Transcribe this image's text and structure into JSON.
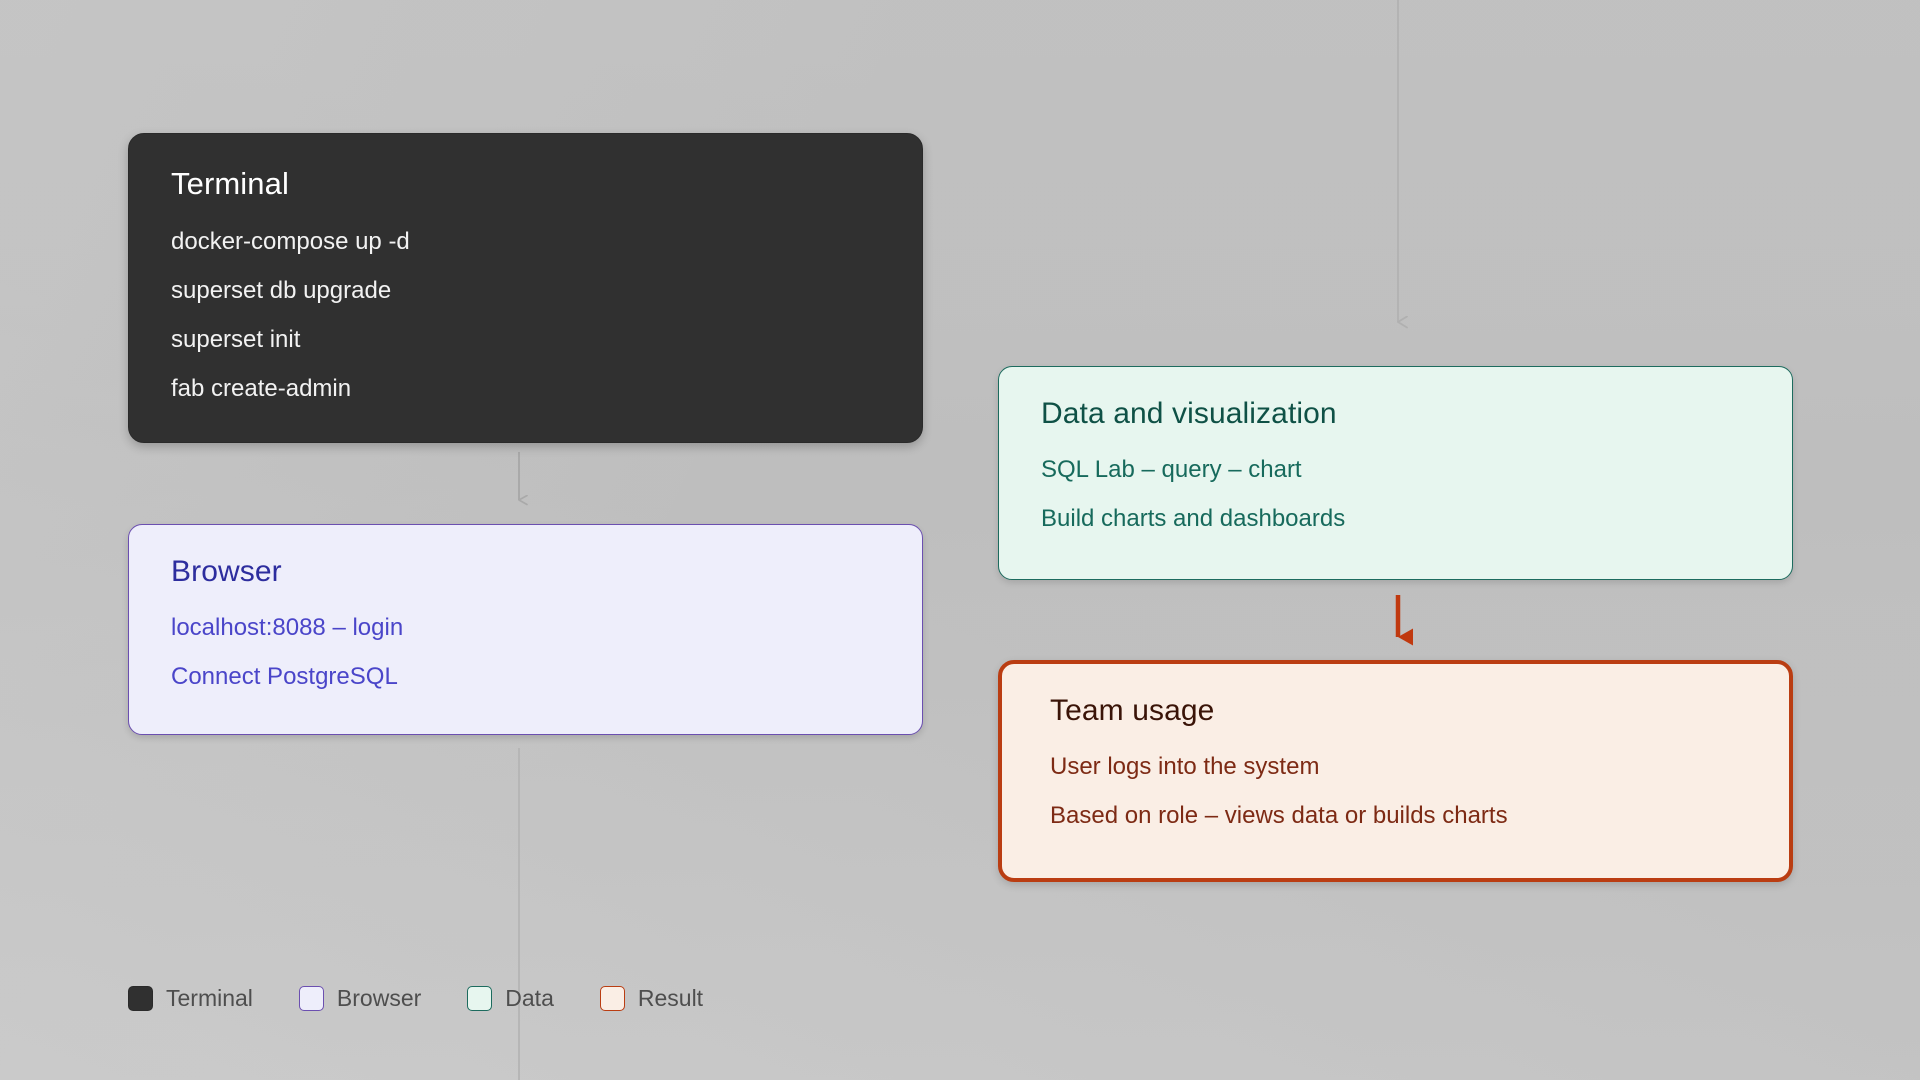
{
  "diagram": {
    "nodes": [
      {
        "id": "terminal",
        "title": "Terminal",
        "lines": [
          "docker-compose up -d",
          "superset db upgrade",
          "superset init",
          "fab create-admin"
        ],
        "fill": "#303030",
        "stroke": "#2a2a2a",
        "title_color": "#ffffff",
        "text_color": "#f2f2f2"
      },
      {
        "id": "browser",
        "title": "Browser",
        "lines": [
          "localhost:8088 – login",
          "Connect PostgreSQL"
        ],
        "fill": "#eeeefb",
        "stroke": "#6b4fb0",
        "title_color": "#2d2d9e",
        "text_color": "#4a45c9"
      },
      {
        "id": "data",
        "title": "Data and visualization",
        "lines": [
          "SQL Lab – query – chart",
          "Build charts and dashboards"
        ],
        "fill": "#e7f6ef",
        "stroke": "#1c6b5e",
        "title_color": "#0f5146",
        "text_color": "#176a5c"
      },
      {
        "id": "result",
        "title": "Team usage",
        "lines": [
          "User logs into the system",
          "Based on role – views data or builds charts"
        ],
        "fill": "#faeee5",
        "stroke": "#ba3d12",
        "title_color": "#3a1408",
        "text_color": "#7d2a14"
      }
    ],
    "connectors": [
      {
        "id": "terminal-to-browser",
        "style": "faint-gray",
        "color": "#a8a8a8"
      },
      {
        "id": "top-to-data",
        "style": "faint-gray",
        "color": "#b0b0b0"
      },
      {
        "id": "data-to-result",
        "style": "bold-red",
        "color": "#c0390f"
      },
      {
        "id": "browser-trailing",
        "style": "faint-gray",
        "color": "#b4b4b4"
      }
    ]
  },
  "legend": {
    "items": [
      {
        "label": "Terminal",
        "swatch_class": "sw-terminal"
      },
      {
        "label": "Browser",
        "swatch_class": "sw-browser"
      },
      {
        "label": "Data",
        "swatch_class": "sw-data"
      },
      {
        "label": "Result",
        "swatch_class": "sw-result"
      }
    ]
  }
}
